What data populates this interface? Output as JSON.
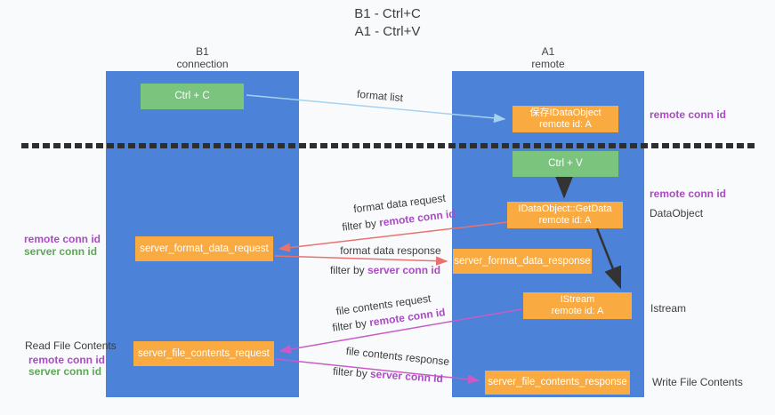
{
  "title": {
    "line1": "B1 - Ctrl+C",
    "line2": "A1 - Ctrl+V"
  },
  "columns": {
    "left": {
      "header_line1": "B1",
      "header_line2": "connection"
    },
    "right": {
      "header_line1": "A1",
      "header_line2": "remote"
    }
  },
  "nodes": {
    "ctrl_c": {
      "label": "Ctrl + C"
    },
    "save_idataobject": {
      "line1": "保存IDataObject",
      "line2": "remote id: A"
    },
    "ctrl_v": {
      "label": "Ctrl + V"
    },
    "idataobject_getdata": {
      "line1": "IDataObject::GetData",
      "line2": "remote id: A"
    },
    "istream": {
      "line1": "IStream",
      "line2": "remote id: A"
    },
    "server_format_data_request": {
      "label": "server_format_data_request"
    },
    "server_format_data_response": {
      "label": "server_format_data_response"
    },
    "server_file_contents_request": {
      "label": "server_file_contents_request"
    },
    "server_file_contents_response": {
      "label": "server_file_contents_response"
    }
  },
  "edge_labels": {
    "format_list": "format list",
    "format_data_request": "format data request",
    "format_data_response": "format data response",
    "file_contents_request": "file contents request",
    "file_contents_response": "file contents response",
    "filter_by": "filter by ",
    "remote_conn_id": "remote conn id",
    "server_conn_id": "server conn id"
  },
  "side_labels": {
    "remote_conn_id_right_top": "remote conn id",
    "remote_conn_id_right_mid": "remote conn id",
    "dataobject": "DataObject",
    "istream": "Istream",
    "write_file_contents": "Write File Contents",
    "remote_conn_id_left_top": "remote conn id",
    "server_conn_id_left_top": "server conn id",
    "read_file_contents": "Read File Contents",
    "remote_conn_id_left_bottom": "remote conn id",
    "server_conn_id_left_bottom": "server conn id"
  },
  "colors": {
    "column_blue": "#4c82d8",
    "node_orange": "#f9ab42",
    "node_green": "#7ac47e",
    "arrow_light_blue": "#a5d2f0",
    "arrow_salmon": "#e8736e",
    "arrow_magenta": "#c85bc8",
    "arrow_black": "#333333",
    "label_purple": "#ab4bc4",
    "label_green": "#5fa758",
    "dashed_line": "#2e2e2e"
  }
}
